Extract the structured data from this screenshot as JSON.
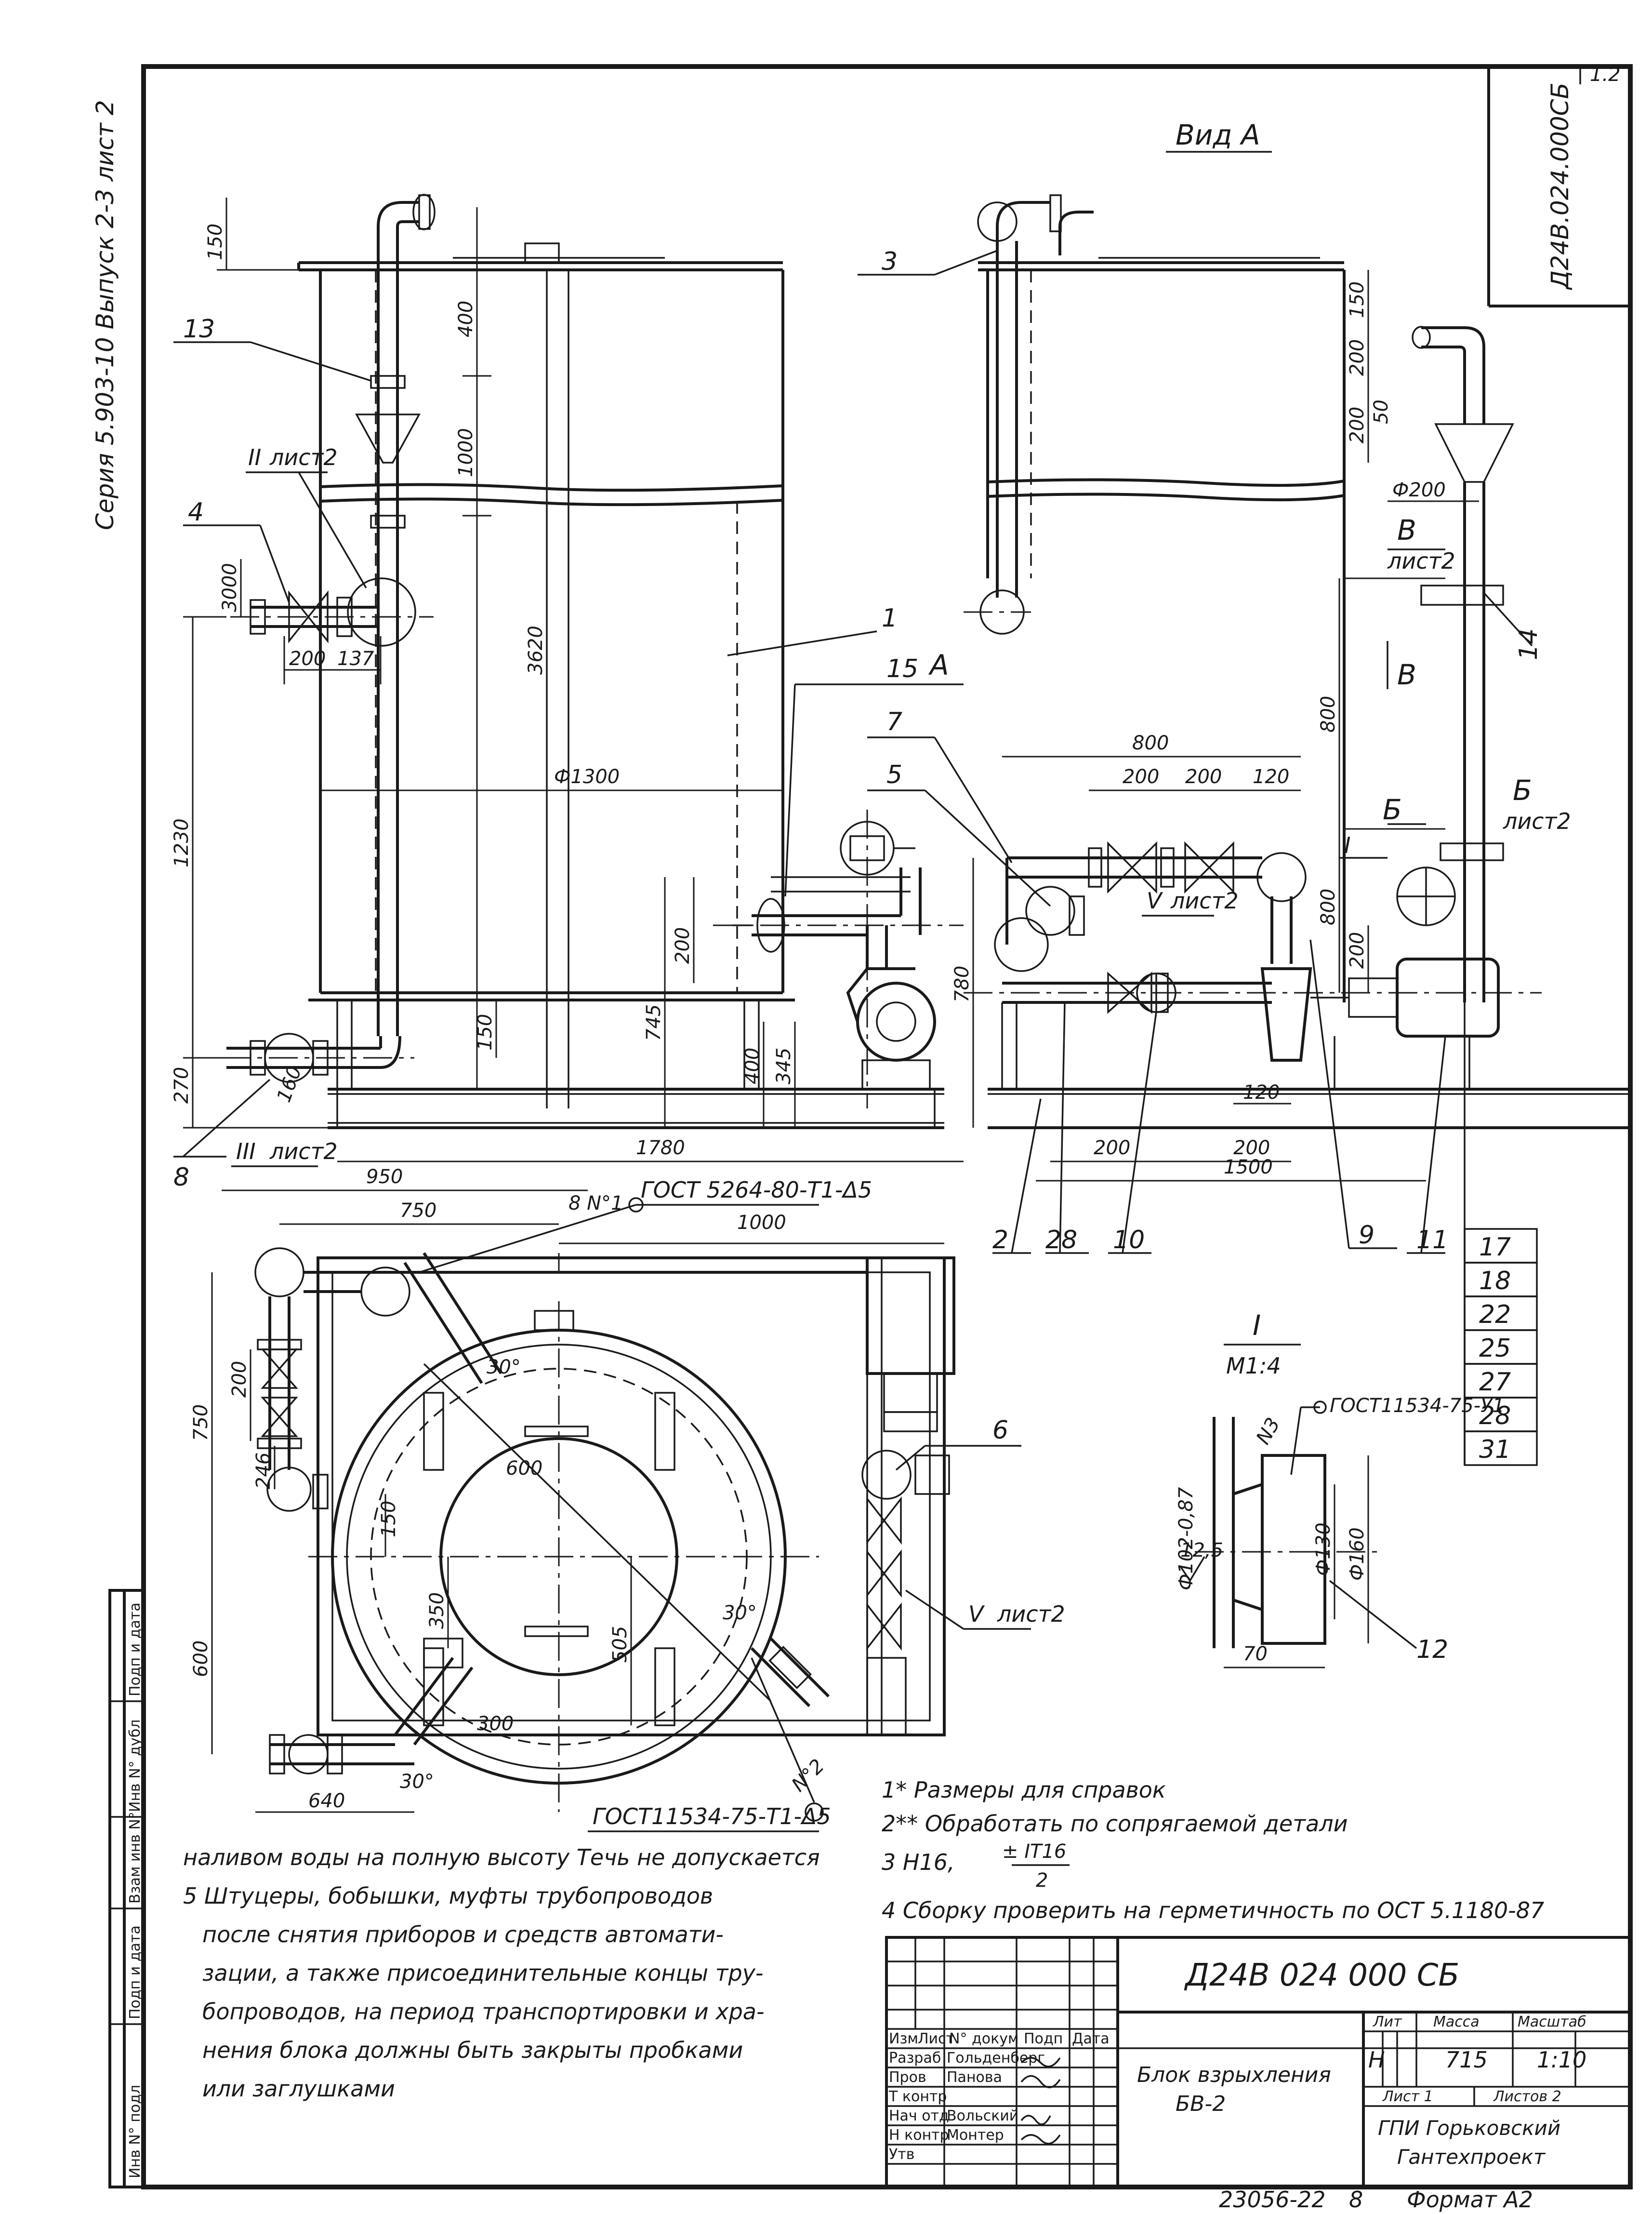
{
  "margin_text": "Серия 5.903-10 Выпуск 2-3 лист 2",
  "sheet_number": "1.2",
  "corner_code": "Д24В.024.000СБ",
  "view_title": "Вид А",
  "positions": {
    "p1": "1",
    "p2": "2",
    "p3": "3",
    "p4": "4",
    "p5": "5",
    "p6": "6",
    "p7": "7",
    "p8": "8",
    "p9": "9",
    "p10": "10",
    "p11": "11",
    "p12": "12",
    "p13": "13",
    "p14": "14",
    "p15": "15"
  },
  "right_position_list": [
    "17",
    "18",
    "22",
    "25",
    "27",
    "28",
    "31"
  ],
  "position_28": "28",
  "references": {
    "ref_II": "II",
    "ref_II_sheet": "лист2",
    "ref_III": "III",
    "ref_III_sheet": "лист2",
    "ref_V": "V",
    "ref_V_sheet": "лист2",
    "ref_V_top": "V",
    "ref_V_top_sheet": "лист2",
    "ref_B": "В",
    "ref_B_sheet": "лист2",
    "ref_B2": "В",
    "ref_Bsec": "Б",
    "ref_Bsec_sheet": "лист2",
    "ref_Bsec2": "Б",
    "ref_I": "I",
    "ref_A": "А"
  },
  "detail_I": {
    "title": "I",
    "scale": "М1:4",
    "gost": "ГОСТ11534-75-У1",
    "weld": "N3",
    "d102": "Ф102-0,87",
    "d130": "Ф130",
    "d160": "Ф160",
    "rough": "12,5",
    "dim70": "70"
  },
  "gost_notes": {
    "top": "ГОСТ 5264-80-Т1-Δ5",
    "top_weld": "8 N°1",
    "bottom": "ГОСТ11534-75-Т1-Δ5",
    "bottom_weld": "N°2"
  },
  "dims": {
    "d150_top": "150",
    "d400": "400",
    "d1000": "1000",
    "d3000": "3000",
    "d3620": "3620",
    "d200_a": "200",
    "d137": "137",
    "d1300": "Ф1300",
    "d1230": "1230",
    "d200_b": "200",
    "d745": "745",
    "d400_b": "400",
    "d345": "345",
    "d150_b": "150",
    "d270": "270",
    "d160": "160",
    "d1780": "1780",
    "d780": "780",
    "d800_top": "800",
    "d200_c": "200",
    "d200_d": "200",
    "d120": "120",
    "d150_r": "150",
    "d200_r1": "200",
    "d200_r2": "200",
    "d50": "50",
    "f200": "Ф200",
    "d800_r": "800",
    "d800_r2": "800",
    "d200_r3": "200",
    "d120_b": "120",
    "d200_bot1": "200",
    "d200_bot2": "200",
    "d1500": "1500",
    "d950": "950",
    "d750_top": "750",
    "d1000_plan": "1000",
    "d30_a": "30°",
    "d200_plan": "200",
    "d246": "246",
    "d750_left": "750",
    "d150_plan": "150",
    "d600_plan": "600",
    "d350": "350",
    "d505": "505",
    "d30_b": "30°",
    "d600_left": "600",
    "d300": "300",
    "d640": "640",
    "d30_c": "30°"
  },
  "notes": {
    "n1": "1* Размеры для справок",
    "n2": "2** Обработать по сопрягаемой детали",
    "n3a": "3  Н16,",
    "n3b": "± IT16",
    "n3c": "2",
    "n4": "4  Сборку проверить на герметичность по ОСТ 5.1180-87",
    "n5_0": "наливом воды на полную высоту Течь не допускается",
    "n5_1": "5  Штуцеры, бобышки, муфты трубопроводов",
    "n5_2": "после снятия приборов и средств автомати-",
    "n5_3": "зации, а также присоединительные концы тру-",
    "n5_4": "бопроводов, на период транспортировки и хра-",
    "n5_5": "нения блока должны быть закрыты пробками",
    "n5_6": "или заглушками"
  },
  "title_block": {
    "code": "Д24В 024 000 СБ",
    "name_1": "Блок взрыхления",
    "name_2": "БВ-2",
    "lit_h": "Лит",
    "mass_h": "Масса",
    "scale_h": "Масштаб",
    "lit": "Н",
    "mass": "715",
    "scale": "1:10",
    "sheet": "Лист 1",
    "sheets": "Листов 2",
    "org_1": "ГПИ Горьковский",
    "org_2": "Гантехпроект",
    "col_izm": "Изм",
    "col_list": "Лист",
    "col_doc": "N° докум",
    "col_sign": "Подп",
    "col_date": "Дата",
    "roles": [
      "Разраб",
      "Пров",
      "Т контр",
      "Нач отд",
      "Н контр",
      "Утв"
    ],
    "names": [
      "Гольденберг",
      "Панова",
      "",
      "Вольский",
      "Монтер",
      ""
    ],
    "bottom_code": "23056-22",
    "bottom_num": "8",
    "format": "Формат А2"
  },
  "stamp_boxes": [
    "Инв N° подл",
    "Подп и дата",
    "Взам инв N°",
    "Инв N° дубл",
    "Подп и дата"
  ]
}
